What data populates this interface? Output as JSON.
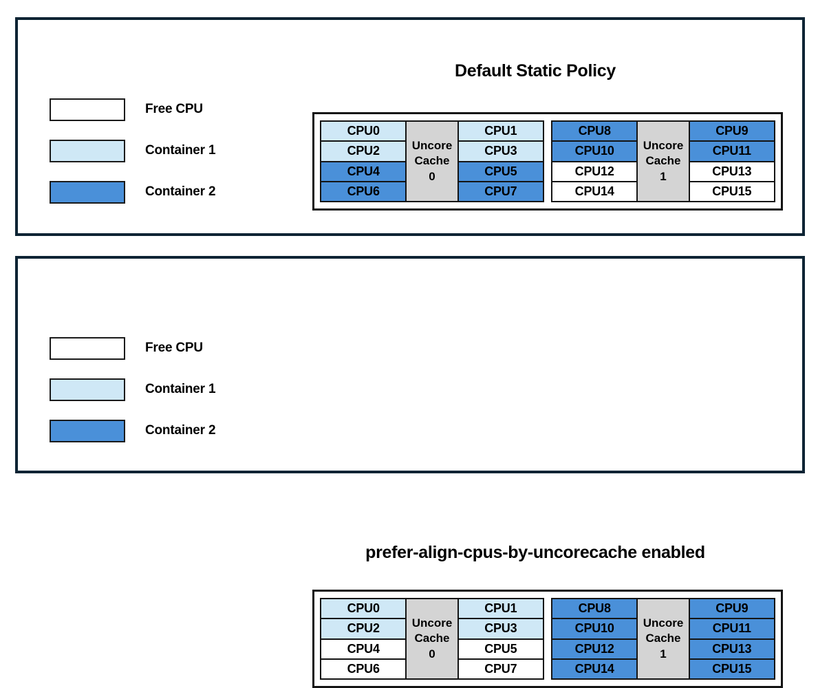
{
  "colors": {
    "panel_border": "#0d2434",
    "free": "#ffffff",
    "container1": "#cfe8f6",
    "container2": "#4a90d9",
    "uncore": "#d4d4d4",
    "cell_border": "#141414"
  },
  "legend_items": [
    {
      "label": "Free CPU",
      "state": "free"
    },
    {
      "label": "Container 1",
      "state": "container1"
    },
    {
      "label": "Container 2",
      "state": "container2"
    }
  ],
  "panels": [
    {
      "title": "Default Static Policy",
      "sockets": [
        {
          "uncore_label_line1": "Uncore",
          "uncore_label_line2": "Cache",
          "uncore_index": "0",
          "left_column": [
            {
              "label": "CPU0",
              "state": "container1"
            },
            {
              "label": "CPU2",
              "state": "container1"
            },
            {
              "label": "CPU4",
              "state": "container2"
            },
            {
              "label": "CPU6",
              "state": "container2"
            }
          ],
          "right_column": [
            {
              "label": "CPU1",
              "state": "container1"
            },
            {
              "label": "CPU3",
              "state": "container1"
            },
            {
              "label": "CPU5",
              "state": "container2"
            },
            {
              "label": "CPU7",
              "state": "container2"
            }
          ]
        },
        {
          "uncore_label_line1": "Uncore",
          "uncore_label_line2": "Cache",
          "uncore_index": "1",
          "left_column": [
            {
              "label": "CPU8",
              "state": "container2"
            },
            {
              "label": "CPU10",
              "state": "container2"
            },
            {
              "label": "CPU12",
              "state": "free"
            },
            {
              "label": "CPU14",
              "state": "free"
            }
          ],
          "right_column": [
            {
              "label": "CPU9",
              "state": "container2"
            },
            {
              "label": "CPU11",
              "state": "container2"
            },
            {
              "label": "CPU13",
              "state": "free"
            },
            {
              "label": "CPU15",
              "state": "free"
            }
          ]
        }
      ]
    },
    {
      "title": "prefer-align-cpus-by-uncorecache enabled",
      "sockets": [
        {
          "uncore_label_line1": "Uncore",
          "uncore_label_line2": "Cache",
          "uncore_index": "0",
          "left_column": [
            {
              "label": "CPU0",
              "state": "container1"
            },
            {
              "label": "CPU2",
              "state": "container1"
            },
            {
              "label": "CPU4",
              "state": "free"
            },
            {
              "label": "CPU6",
              "state": "free"
            }
          ],
          "right_column": [
            {
              "label": "CPU1",
              "state": "container1"
            },
            {
              "label": "CPU3",
              "state": "container1"
            },
            {
              "label": "CPU5",
              "state": "free"
            },
            {
              "label": "CPU7",
              "state": "free"
            }
          ]
        },
        {
          "uncore_label_line1": "Uncore",
          "uncore_label_line2": "Cache",
          "uncore_index": "1",
          "left_column": [
            {
              "label": "CPU8",
              "state": "container2"
            },
            {
              "label": "CPU10",
              "state": "container2"
            },
            {
              "label": "CPU12",
              "state": "container2"
            },
            {
              "label": "CPU14",
              "state": "container2"
            }
          ],
          "right_column": [
            {
              "label": "CPU9",
              "state": "container2"
            },
            {
              "label": "CPU11",
              "state": "container2"
            },
            {
              "label": "CPU13",
              "state": "container2"
            },
            {
              "label": "CPU15",
              "state": "container2"
            }
          ]
        }
      ]
    }
  ]
}
